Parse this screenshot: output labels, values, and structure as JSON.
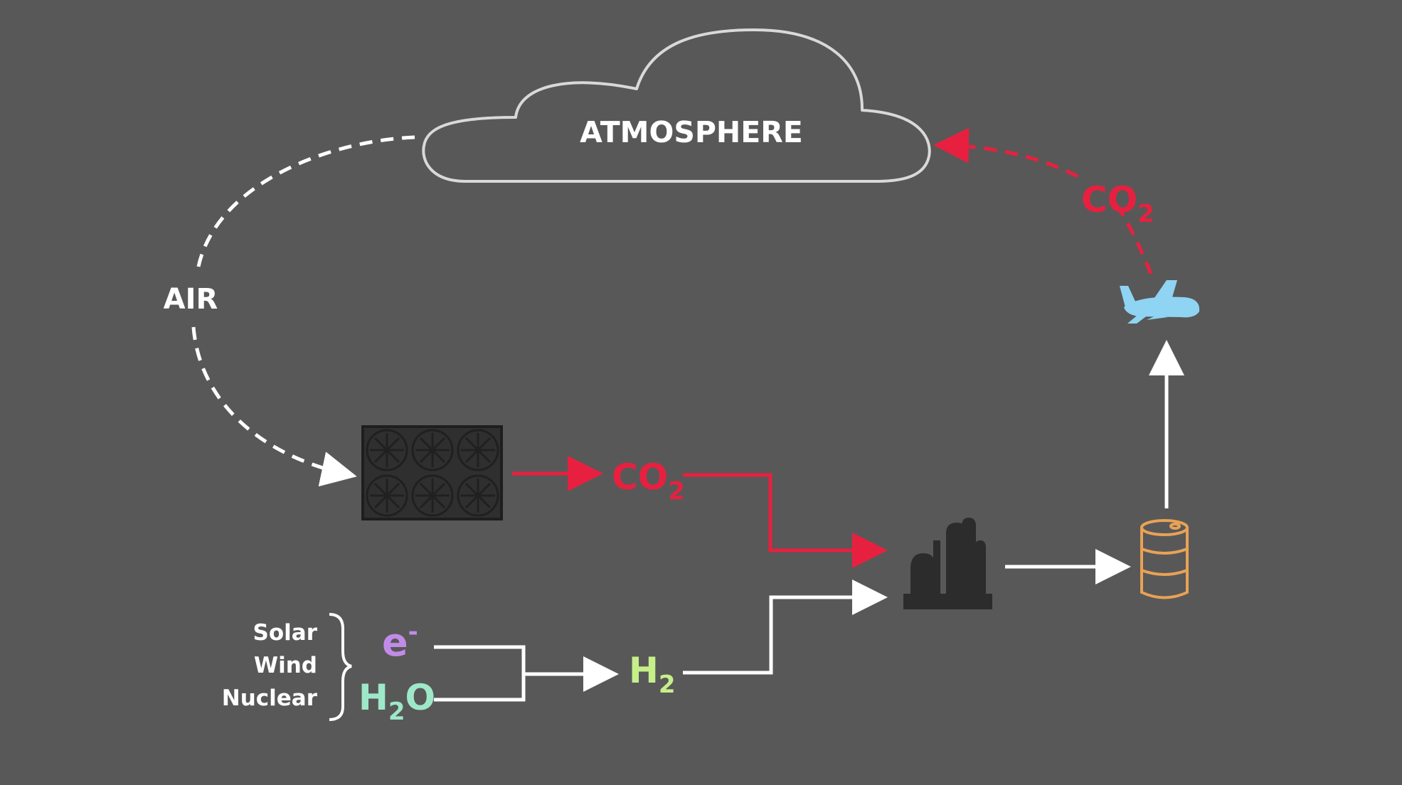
{
  "labels": {
    "atmosphere": "ATMOSPHERE",
    "air": "AIR",
    "co2_capture": "CO",
    "co2_capture_sub": "2",
    "co2_emission": "CO",
    "co2_emission_sub": "2",
    "electron": "e",
    "electron_sup": "-",
    "water_h": "H",
    "water_sub": "2",
    "water_o": "O",
    "hydrogen": "H",
    "hydrogen_sub": "2",
    "sources": [
      "Solar",
      "Wind",
      "Nuclear"
    ]
  },
  "icons": {
    "direct_air_capture": "fan-array-icon",
    "refinery": "refinery-icon",
    "fuel_barrel": "barrel-icon",
    "aircraft": "airplane-icon",
    "atmosphere": "cloud-icon"
  },
  "colors": {
    "background": "#585858",
    "white": "#ffffff",
    "co2_red": "#e8203f",
    "electron_purple": "#c28be8",
    "water_mint": "#9ee8c9",
    "hydrogen_green": "#c6ef8a",
    "barrel_orange": "#e8a255",
    "plane_blue": "#8fd4f2",
    "dark_icon": "#2c2c2c"
  }
}
